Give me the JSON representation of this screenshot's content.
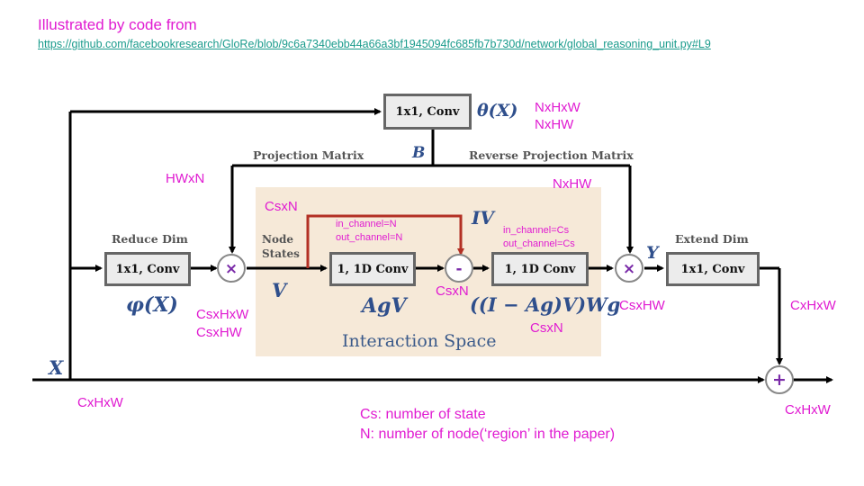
{
  "header": {
    "title": "Illustrated by code from",
    "link": "https://github.com/facebookresearch/GloRe/blob/9c6a7340ebb44a66a3bf1945094fc685fb7b730d/network/global_reasoning_unit.py#L9"
  },
  "boxes": {
    "theta_conv": "1x1, Conv",
    "reduce_conv": "1x1, Conv",
    "gcn_conv1": "1, 1D Conv",
    "gcn_conv2": "1, 1D Conv",
    "extend_conv": "1x1, Conv"
  },
  "section_labels": {
    "projection_matrix": "Projection Matrix",
    "reverse_projection_matrix": "Reverse Projection Matrix",
    "reduce_dim": "Reduce Dim",
    "extend_dim": "Extend Dim",
    "node_states_1": "Node",
    "node_states_2": "States",
    "interaction_space": "Interaction Space"
  },
  "math": {
    "theta": "θ(X)",
    "B": "B",
    "phi": "φ(X)",
    "V": "V",
    "AgV": "AgV",
    "IV": "IV",
    "formula": "((I − Ag)V)Wg",
    "Y": "Y",
    "X": "X"
  },
  "operators": {
    "mult1": "×",
    "minus": "-",
    "mult2": "×",
    "plus": "+"
  },
  "annotations": {
    "nxhxw": "NxHxW",
    "nxhw_top": "NxHW",
    "hwxn": "HWxN",
    "nxhw_right": "NxHW",
    "csxn_top": "CsxN",
    "in_channel_n": "in_channel=N",
    "out_channel_n": "out_channel=N",
    "in_channel_cs": "in_channel=Cs",
    "out_channel_cs": "out_channel=Cs",
    "csxn_minus": "CsxN",
    "csxhw_right": "CsxHW",
    "csxn_bottom": "CsxN",
    "csxhxw_mid": "CsxHxW",
    "csxhw_mid": "CsxHW",
    "cxhxw_right": "CxHxW",
    "cxhxw_left": "CxHxW",
    "cxhxw_out": "CxHxW"
  },
  "legend": {
    "line1": "Cs: number of state",
    "line2": "N: number of node(‘region’ in the paper)"
  },
  "colors": {
    "annotation": "#e01bd1",
    "link": "#1a9b8c",
    "math": "#2f4f8c",
    "red_arrow": "#b33024",
    "operator": "#7a2aa8",
    "interaction_bg": "#f6e9d8"
  }
}
